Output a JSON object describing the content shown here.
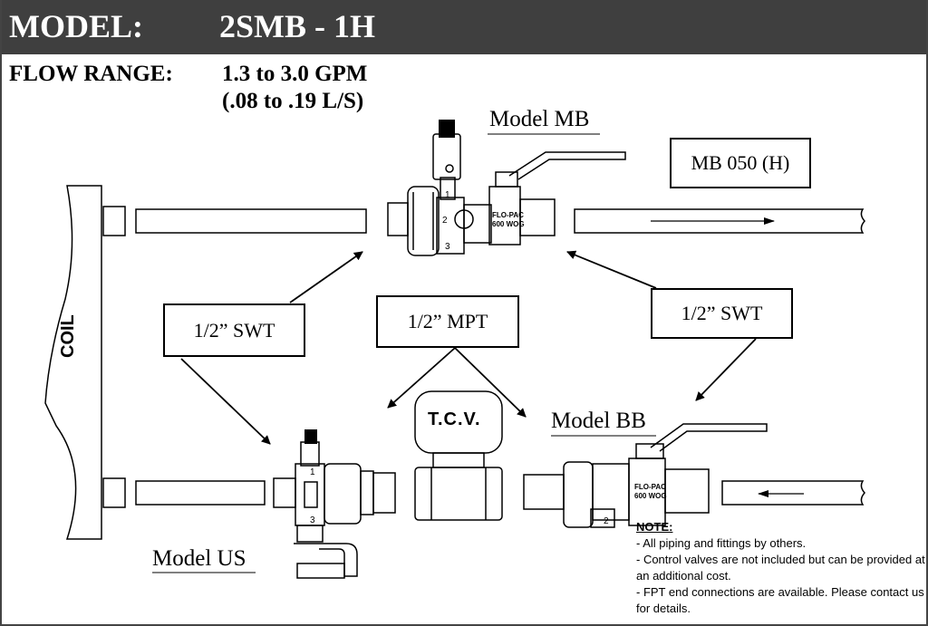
{
  "header": {
    "label": "MODEL:",
    "value": "2SMB - 1H"
  },
  "flow_range": {
    "label": "FLOW RANGE:",
    "line1": "1.3 to 3.0 GPM",
    "line2": "(.08 to .19 L/S)"
  },
  "boxes": {
    "mb050": "MB 050 (H)",
    "swt_left": "1/2” SWT",
    "mpt": "1/2” MPT",
    "swt_right": "1/2” SWT"
  },
  "models": {
    "mb": "Model MB",
    "us": "Model US",
    "bb": "Model BB"
  },
  "labels": {
    "coil": "COIL",
    "tcv": "T.C.V."
  },
  "valve_marks": {
    "flopac": "FLO-PAC",
    "wog": "600 WOG",
    "port1": "1",
    "port2": "2",
    "port3": "3"
  },
  "note": {
    "title": "NOTE:",
    "items": [
      "- All piping and fittings by others.",
      "- Control valves are not included but can be provided at an additional cost.",
      "- FPT end connections are available.  Please contact us for details."
    ]
  }
}
